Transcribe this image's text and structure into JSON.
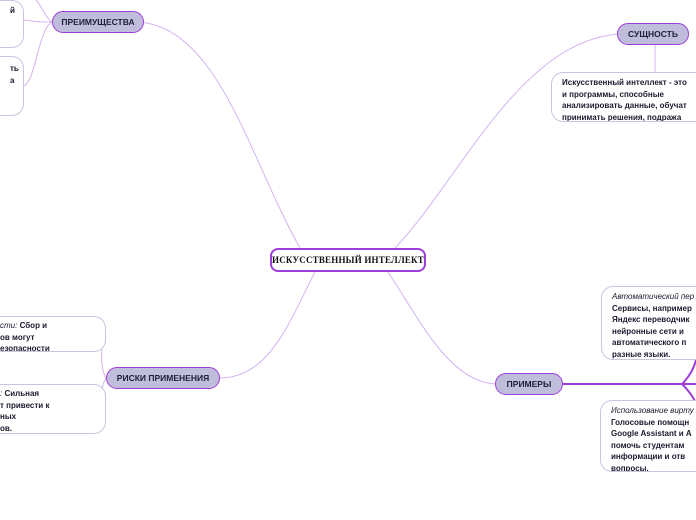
{
  "root": {
    "label": "ИСКУССТВЕННЫЙ ИНТЕЛЛЕКТ"
  },
  "branches": {
    "advantages": {
      "label": "ПРЕИМУЩЕСТВА"
    },
    "essence": {
      "label": "СУЩНОСТЬ"
    },
    "risks": {
      "label": "РИСКИ ПРИМЕНЕНИЯ"
    },
    "examples": {
      "label": "ПРИМЕРЫ"
    }
  },
  "leaves": {
    "advantages_1": {
      "lines": [
        "й",
        "",
        ""
      ]
    },
    "advantages_2": {
      "lines": [
        "ть",
        "",
        "а"
      ]
    },
    "essence_1": {
      "lines": [
        "Искусственный интеллект - это",
        "и программы, способные",
        "анализировать данные, обучат",
        "принимать решения, подража"
      ]
    },
    "risks_1": {
      "em": "сти:",
      "lines": [
        " Сбор и",
        "ов могут",
        "",
        "езопасности"
      ]
    },
    "risks_2": {
      "em": ":",
      "lines": [
        " Сильная",
        "т привести к",
        "ных",
        "ов."
      ]
    },
    "examples_1": {
      "em": "Автоматический пер",
      "lines": [
        "Сервисы, например",
        "Яндекс переводчик",
        "нейронные сети и",
        "автоматического п",
        "разные языки."
      ]
    },
    "examples_2": {
      "em": "Использование вирту",
      "lines": [
        "Голосовые помощн",
        "Google Assistant и А",
        "помочь студентам",
        "информации и отв",
        "вопросы."
      ]
    }
  },
  "colors": {
    "accent_purple": "#9d3ed8",
    "branch_fill": "#c0bcdc",
    "link_stroke": "#d4b4ee",
    "leaf_border": "#c9c5dc"
  }
}
